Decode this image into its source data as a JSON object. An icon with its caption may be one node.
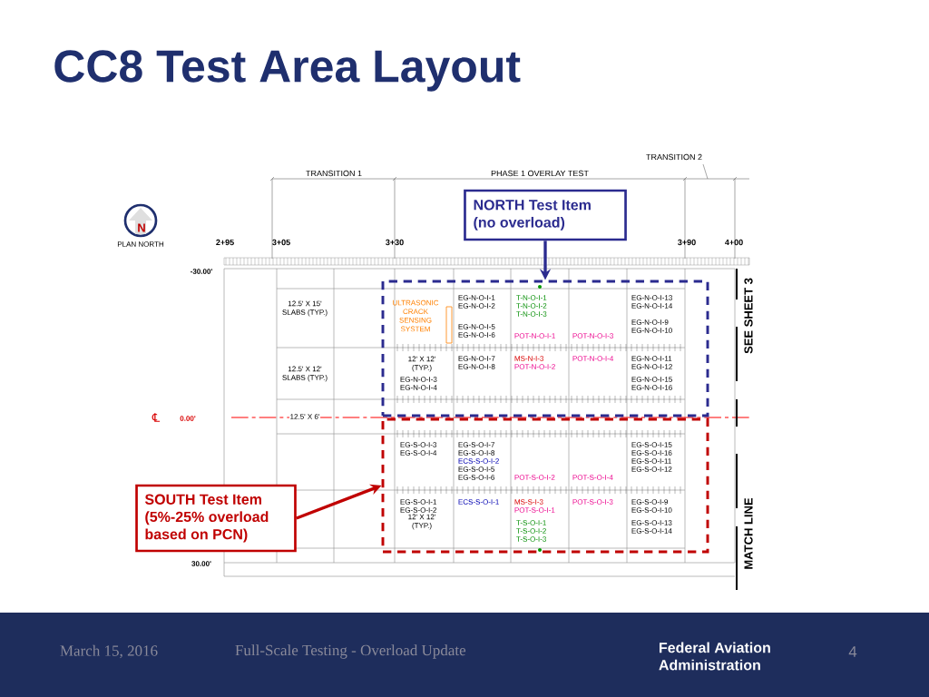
{
  "diagram": {
    "title": "CC8 Test Area Layout",
    "nodes": [
      {
        "text": [
          "NORTH Test Item (no overload)"
        ]
      },
      {
        "text": [],
        "shape": "box"
      },
      {
        "text": [
          "SOUTH Test Item (5%-25% overload based on PCN)"
        ]
      },
      {
        "text": [],
        "shape": "box"
      }
    ],
    "edges": [
      {
        "from": 0,
        "to": 1,
        "arrow": "to",
        "color": "#2b2b8f"
      },
      {
        "from": 2,
        "to": 3,
        "arrow": "to",
        "color": "#c00000"
      }
    ],
    "labels": [
      "TRANSITION 2",
      "TRANSITION 1",
      "PHASE 1 OVERLAY TEST",
      "PLAN NORTH",
      "N",
      "2+95",
      "3+05",
      "3+30",
      "3+90",
      "4+00",
      "-30.00'",
      "T-N-O-I-1",
      "T-N-O-I-2",
      "T-N-O-I-3",
      "12.5' X 15' SLABS (TYP.)",
      "EG-N-O-I-1",
      "EG-N-O-I-2",
      "ULTRASONIC CRACK SENSING SYSTEM",
      "EG-N-O-I-13",
      "EG-N-O-I-14",
      "EG-N-O-I-5",
      "EG-N-O-I-6",
      "EG-N-O-I-9",
      "EG-N-O-I-10",
      "POT-N-O-I-1",
      "MS-N-I-3",
      "POT-N-O-I-3",
      "EG-N-O-I-7",
      "EG-N-O-I-8",
      "POT-N-O-I-2",
      "POT-N-O-I-4",
      "EG-N-O-I-11",
      "EG-N-O-I-12",
      "12' X 12' (TYP.)",
      "EG-N-O-I-3",
      "EG-N-O-I-4",
      "EG-N-O-I-15",
      "EG-N-O-I-16",
      "12.5' X 12' SLABS (TYP.)",
      "SEE SHEET 3",
      "℄",
      "0.00'",
      "12.5' X 6'",
      "EG-S-O-I-3",
      "EG-S-O-I-7",
      "EG-S-O-I-15",
      "EG-S-O-I-4",
      "EG-S-O-I-8",
      "EG-S-O-I-16",
      "ECS-S-O-I-2",
      "EG-S-O-I-11",
      "EG-S-O-I-5",
      "EG-S-O-I-12",
      "EG-S-O-I-6",
      "POT-S-O-I-2",
      "POT-S-O-I-4",
      "EG-S-O-I-1",
      "ECS-S-O-I-1",
      "MS-S-I-3",
      "POT-S-O-I-3",
      "EG-S-O-I-9",
      "EG-S-O-I-2",
      "POT-S-O-I-1",
      "EG-S-O-I-10",
      "12' X 12' (TYP.)",
      "T-S-O-I-1",
      "EG-S-O-I-13",
      "T-S-O-I-2",
      "EG-S-O-I-14",
      "T-S-O-I-3",
      "MATCH LINE",
      "30.00'",
      "March 15, 2016",
      "Full-Scale Testing - Overload Update",
      "Federal Aviation Administration",
      "4"
    ]
  }
}
